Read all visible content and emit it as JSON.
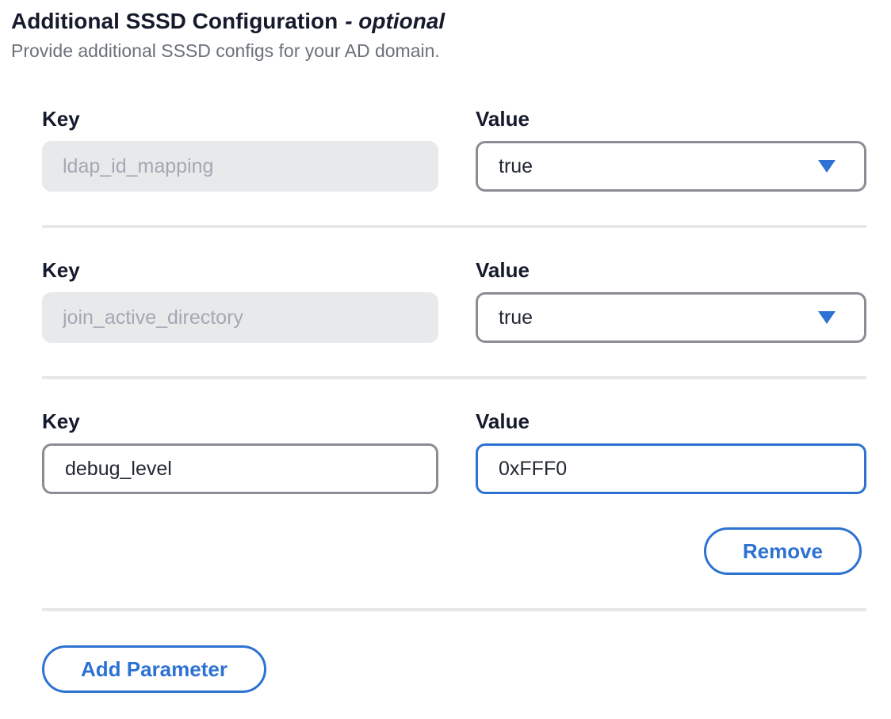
{
  "header": {
    "title": "Additional SSSD Configuration",
    "title_suffix": "- optional",
    "subtitle": "Provide additional SSSD configs for your AD domain."
  },
  "labels": {
    "key": "Key",
    "value": "Value"
  },
  "rows": [
    {
      "key": {
        "text": "ldap_id_mapping",
        "control": "text-input",
        "state": "disabled"
      },
      "value": {
        "text": "true",
        "control": "select",
        "state": "enabled"
      }
    },
    {
      "key": {
        "text": "join_active_directory",
        "control": "text-input",
        "state": "disabled"
      },
      "value": {
        "text": "true",
        "control": "select",
        "state": "enabled"
      }
    },
    {
      "key": {
        "text": "debug_level",
        "control": "text-input",
        "state": "enabled"
      },
      "value": {
        "text": "0xFFF0",
        "control": "text-input",
        "state": "focused"
      }
    }
  ],
  "buttons": {
    "remove": "Remove",
    "add": "Add Parameter"
  },
  "colors": {
    "accent_blue": "#2d72d2",
    "border_gray": "#8a8d93",
    "disabled_bg": "#e8e9eb",
    "disabled_text": "#a2a9b3",
    "heading_text": "#151a2c",
    "subtitle_text": "#6a7179",
    "divider": "#e8e8e8"
  }
}
